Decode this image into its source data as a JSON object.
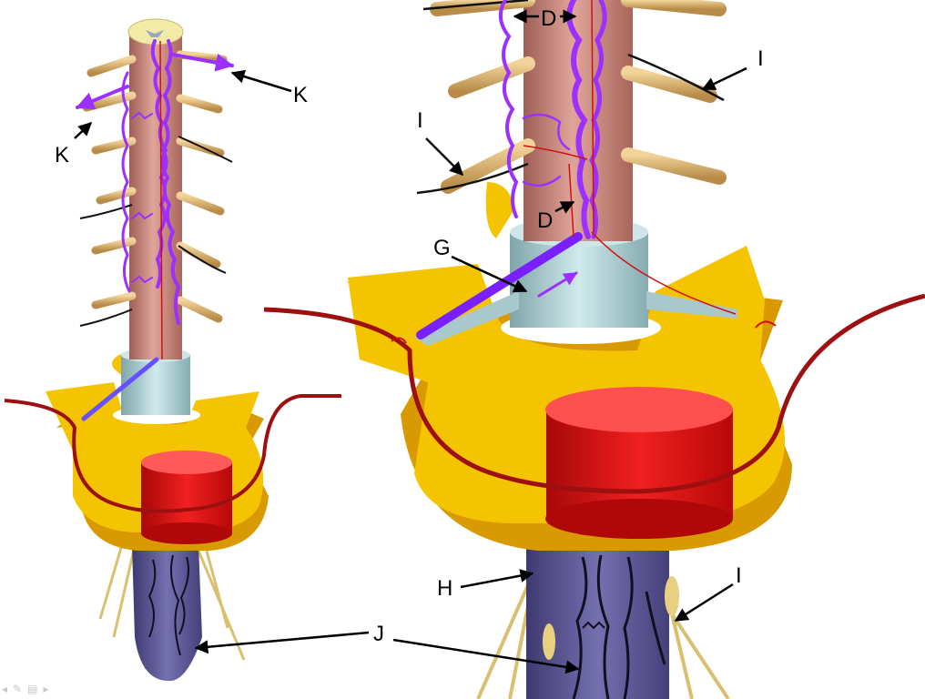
{
  "labels": {
    "d": "D",
    "g": "G",
    "h": "H",
    "i": "I",
    "j": "J",
    "k": "K"
  },
  "colors": {
    "cord": "#c98a7d",
    "vertebra": "#f5c400",
    "vertebra_shadow": "#d89a00",
    "centrum": "#dd1010",
    "artery": "#9e1010",
    "vein": "#9b30ff",
    "nerve_root": "#d8b068",
    "dura": "#a8c8cc",
    "cauda": "#55508a"
  },
  "slide_controls": {
    "prev_icon": "◂",
    "pen_icon": "✎",
    "menu_icon": "▤",
    "next_icon": "▸"
  }
}
